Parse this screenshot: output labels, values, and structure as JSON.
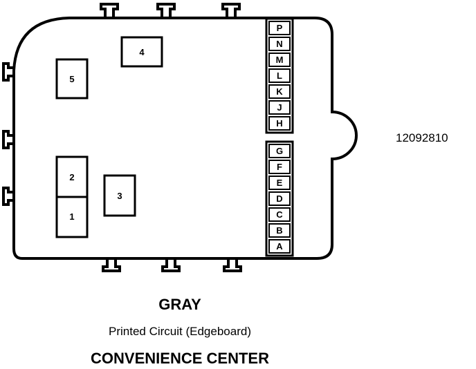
{
  "part_number": "12092810",
  "title": "GRAY",
  "subtitle": "Printed Circuit (Edgeboard)",
  "footer_title": "CONVENIENCE CENTER",
  "relays": [
    "1",
    "2",
    "3",
    "4",
    "5"
  ],
  "terminals_upper": [
    "P",
    "N",
    "M",
    "L",
    "K",
    "J",
    "H"
  ],
  "terminals_lower": [
    "G",
    "F",
    "E",
    "D",
    "C",
    "B",
    "A"
  ]
}
